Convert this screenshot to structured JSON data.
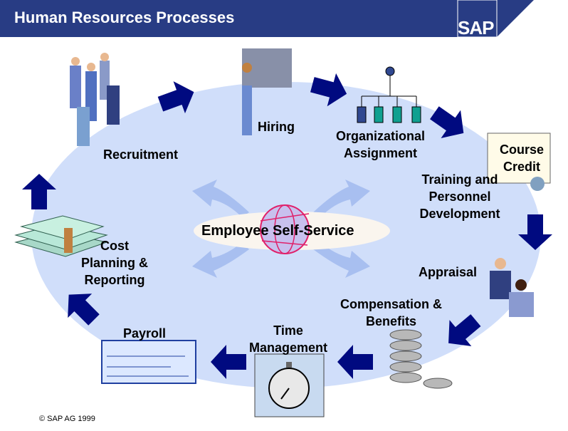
{
  "header": {
    "title": "Human Resources Processes",
    "logo": "SAP"
  },
  "center": {
    "label": "Employee Self-Service"
  },
  "steps": [
    {
      "label": "Recruitment"
    },
    {
      "label": "Hiring"
    },
    {
      "label": "Organizational Assignment"
    },
    {
      "label": "Training and Personnel Development"
    },
    {
      "label": "Appraisal"
    },
    {
      "label": "Compensation & Benefits"
    },
    {
      "label": "Time Management"
    },
    {
      "label": "Payroll"
    },
    {
      "label": "Cost Planning & Reporting"
    }
  ],
  "course_credit": "Course Credit",
  "footer": {
    "copyright": "©  SAP AG 1999"
  },
  "colors": {
    "header": "#283c84",
    "arrow": "#000a80",
    "ellipse": "#d0defa"
  }
}
